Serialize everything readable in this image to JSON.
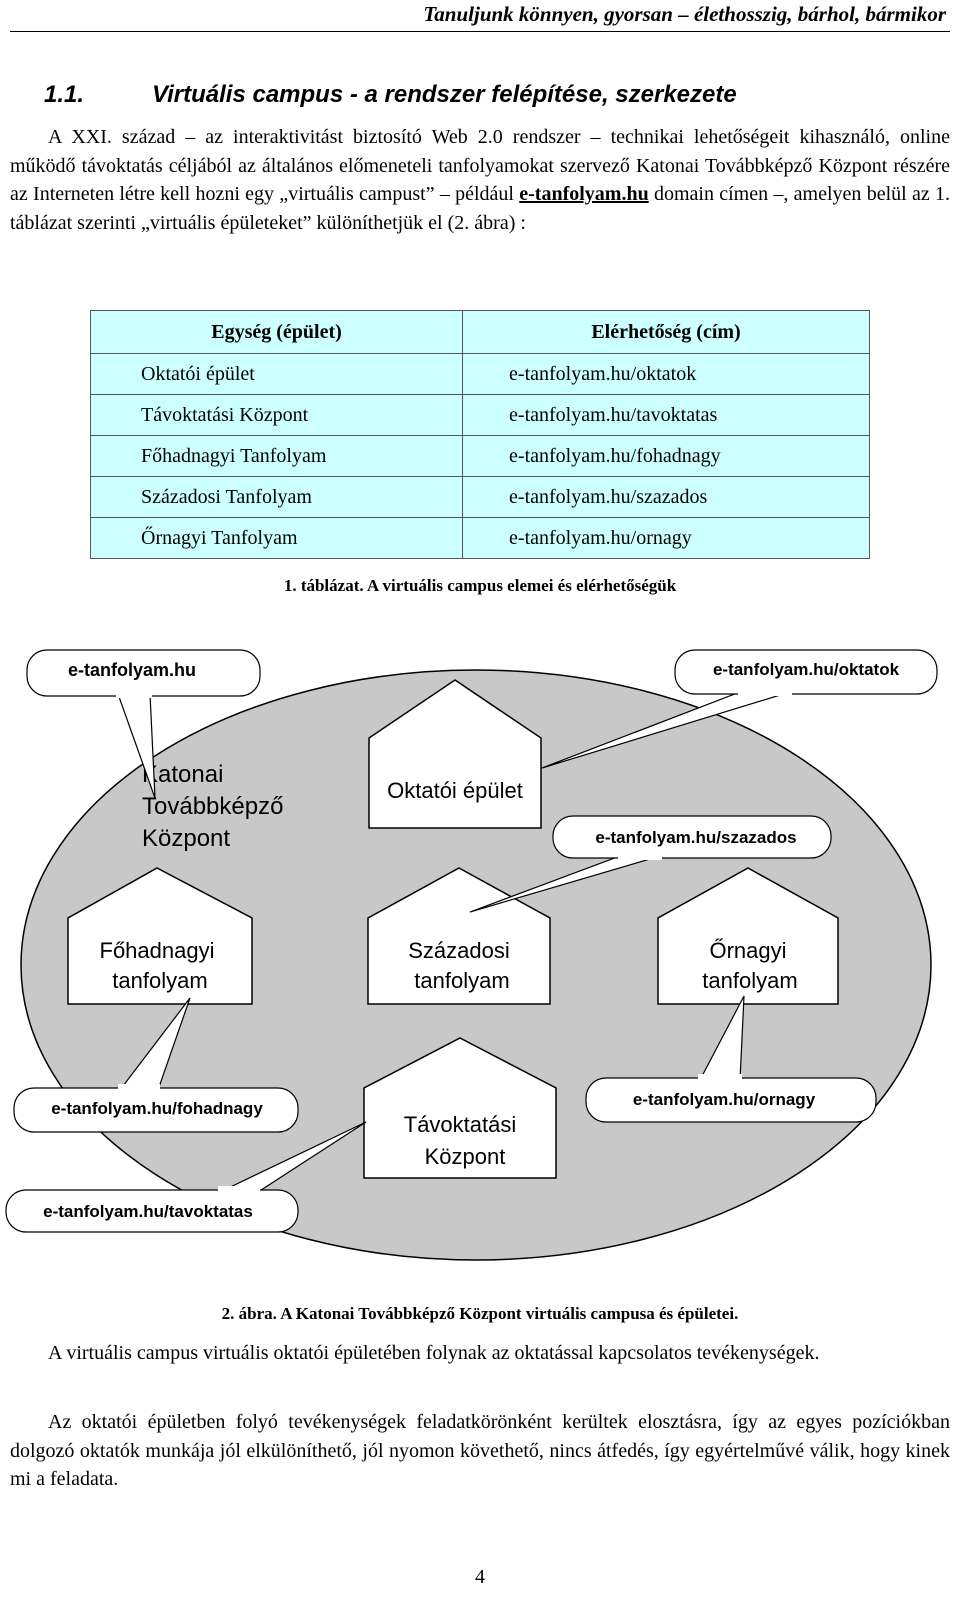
{
  "header": {
    "running_title": "Tanuljunk könnyen, gyorsan – élethosszig, bárhol, bármikor"
  },
  "section": {
    "number": "1.1.",
    "title": "Virtuális campus - a rendszer felépítése, szerkezete"
  },
  "intro": {
    "text_before_link": "A XXI. század – az interaktivitást biztosító Web 2.0 rendszer – technikai lehetőségeit kihasználó, online működő távoktatás céljából az általános előmeneteli tanfolyamokat szervező Katonai Továbbképző Központ részére az Interneten létre kell hozni egy „virtuális campust” – például ",
    "link": "e-tanfolyam.hu",
    "text_after_link": " domain címen –, amelyen belül az 1. táblázat szerinti „virtuális épületeket” különíthetjük el (2. ábra) :"
  },
  "table": {
    "headers": [
      "Egység (épület)",
      "Elérhetőség (cím)"
    ],
    "rows": [
      [
        "Oktatói épület",
        "e-tanfolyam.hu/oktatok"
      ],
      [
        "Távoktatási Központ",
        "e-tanfolyam.hu/tavoktatas"
      ],
      [
        "Főhadnagyi Tanfolyam",
        "e-tanfolyam.hu/fohadnagy"
      ],
      [
        "Századosi Tanfolyam",
        "e-tanfolyam.hu/szazados"
      ],
      [
        "Őrnagyi Tanfolyam",
        "e-tanfolyam.hu/ornagy"
      ]
    ],
    "caption": "1. táblázat. A virtuális campus elemei és elérhetőségük"
  },
  "figure": {
    "campus_label_lines": [
      "Katonai",
      "Továbbképző",
      "Központ"
    ],
    "buildings": {
      "oktatoi": [
        "Oktatói épület"
      ],
      "fohadnagyi": [
        "Főhadnagyi",
        "tanfolyam"
      ],
      "szazadosi": [
        "Századosi",
        "tanfolyam"
      ],
      "ornagyi": [
        "Őrnagyi",
        "tanfolyam"
      ],
      "tavoktatasi": [
        "Távoktatási",
        "Központ"
      ]
    },
    "callouts": {
      "root": "e-tanfolyam.hu",
      "oktatok": "e-tanfolyam.hu/oktatok",
      "szazados": "e-tanfolyam.hu/szazados",
      "fohadnagy": "e-tanfolyam.hu/fohadnagy",
      "ornagy": "e-tanfolyam.hu/ornagy",
      "tavoktatas": "e-tanfolyam.hu/tavoktatas"
    },
    "caption": "2. ábra. A Katonai Továbbképző Központ virtuális campusa és épületei.",
    "colors": {
      "campus_fill": "#c8c8c8",
      "building_fill": "#ffffff",
      "stroke": "#000000"
    }
  },
  "paragraphs": [
    "A virtuális campus virtuális oktatói épületében folynak az oktatással kapcsolatos tevékenységek.",
    "Az oktatói épületben folyó tevékenységek feladatkörönként kerültek elosztásra, így az egyes pozíciókban dolgozó oktatók munkája jól elkülöníthető, jól nyomon követhető, nincs átfedés, így egyértelművé válik, hogy kinek mi a feladata."
  ],
  "page_number": "4"
}
